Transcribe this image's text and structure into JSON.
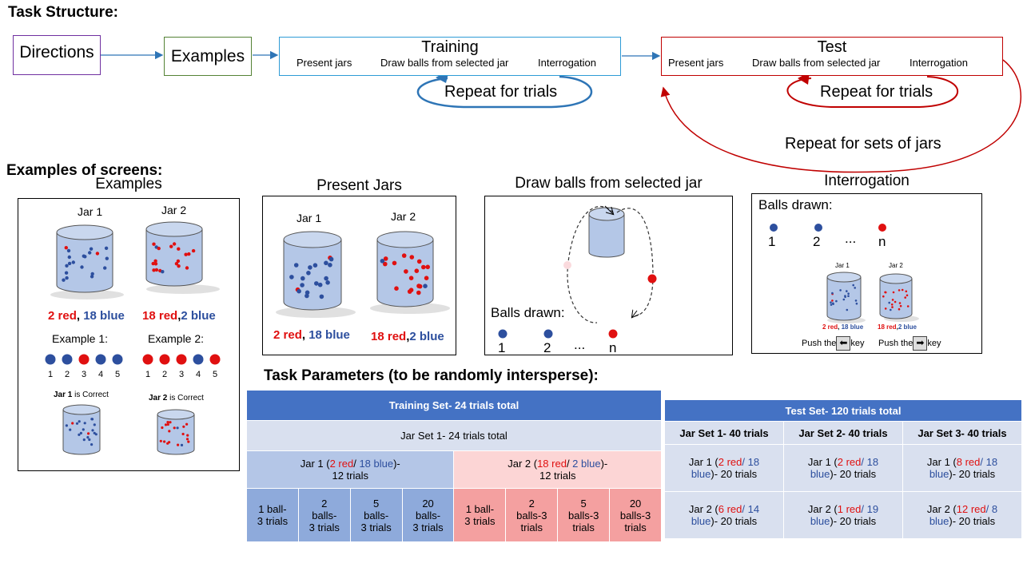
{
  "task_structure": {
    "header": "Task Structure:",
    "directions": "Directions",
    "examples": "Examples",
    "training": {
      "title": "Training",
      "steps": [
        "Present jars",
        "Draw balls from selected jar",
        "Interrogation"
      ],
      "repeat": "Repeat for trials"
    },
    "test": {
      "title": "Test",
      "steps": [
        "Present jars",
        "Draw balls from selected jar",
        "Interrogation"
      ],
      "repeat": "Repeat for trials",
      "repeat_sets": "Repeat for sets of jars"
    }
  },
  "screens": {
    "header": "Examples of screens:",
    "examples_panel": {
      "title": "Examples",
      "jar1_label": "Jar 1",
      "jar2_label": "Jar 2",
      "jar1_red": "2 red",
      "jar1_sep": ", ",
      "jar1_blue": "18 blue",
      "jar2_red": "18 red",
      "jar2_sep": ",",
      "jar2_blue": "2 blue",
      "example1_label": "Example 1:",
      "example2_label": "Example 2:",
      "ball_numbers": [
        "1",
        "2",
        "3",
        "4",
        "5"
      ],
      "example1_colors": [
        "blue",
        "blue",
        "red",
        "blue",
        "blue"
      ],
      "example2_colors": [
        "red",
        "red",
        "red",
        "blue",
        "red"
      ],
      "jar1_correct_bold": "Jar 1",
      "jar1_correct_rest": " is Correct",
      "jar2_correct_bold": "Jar 2",
      "jar2_correct_rest": " is Correct"
    },
    "present_jars_panel": {
      "title": "Present Jars",
      "jar1_label": "Jar 1",
      "jar2_label": "Jar 2",
      "jar1_red": "2 red",
      "jar1_sep": ", ",
      "jar1_blue": "18 blue",
      "jar2_red": "18 red",
      "jar2_sep": ",",
      "jar2_blue": "2 blue"
    },
    "draw_panel": {
      "title": "Draw balls from selected jar",
      "balls_drawn": "Balls drawn:",
      "n1": "1",
      "n2": "2",
      "dots": "...",
      "nn": "n"
    },
    "interrogation_panel": {
      "title": "Interrogation",
      "balls_drawn": "Balls drawn:",
      "n1": "1",
      "n2": "2",
      "dots": "...",
      "nn": "n",
      "jar1_label": "Jar 1",
      "jar2_label": "Jar 2",
      "jar1_red": "2 red",
      "jar1_sep": ", ",
      "jar1_blue": "18 blue",
      "jar2_red": "18 red",
      "jar2_sep": ",",
      "jar2_blue": "2 blue",
      "push1_pre": "Push the",
      "push1_post": "key",
      "push2_pre": "Push the",
      "push2_post": "key"
    }
  },
  "parameters": {
    "header": "Task Parameters (to be randomly intersperse):",
    "training": {
      "title": "Training Set- 24 trials total",
      "jar_set": "Jar Set 1- 24 trials total",
      "jar1": {
        "pre": "Jar 1 (",
        "red": "2 red",
        "mid": "/ ",
        "blue": "18 blue",
        "post": ")-",
        "trials": "12 trials"
      },
      "jar2": {
        "pre": "Jar 2 (",
        "red": "18 red",
        "mid": "/ ",
        "blue": "2 blue",
        "post": ")-",
        "trials": "12 trials"
      },
      "jar1_cells": [
        "1 ball-\n3 trials",
        "2\nballs-\n3 trials",
        "5\nballs-\n3 trials",
        "20\nballs-\n3 trials"
      ],
      "jar2_cells": [
        "1 ball-\n3 trials",
        "2\nballs-3\ntrials",
        "5\nballs-3\ntrials",
        "20\nballs-3\ntrials"
      ]
    },
    "test": {
      "title": "Test Set- 120 trials total",
      "sets": [
        {
          "header": "Jar Set 1- 40 trials",
          "jar1": {
            "pre": "Jar 1 (",
            "red": "2 red",
            "mid": "/ 18",
            "blue": "blue",
            "post": ")- 20 trials"
          },
          "jar2": {
            "pre": "Jar 2 (",
            "red": "6 red",
            "mid": "/ 14",
            "blue": "blue",
            "post": ")- 20 trials"
          }
        },
        {
          "header": "Jar Set 2- 40 trials",
          "jar1": {
            "pre": "Jar 1 (",
            "red": "2 red",
            "mid": "/ 18",
            "blue": "blue",
            "post": ")- 20 trials"
          },
          "jar2": {
            "pre": "Jar 2 (",
            "red": "1 red",
            "mid": "/ 19",
            "blue": "blue",
            "post": ")- 20 trials"
          }
        },
        {
          "header": "Jar Set 3- 40 trials",
          "jar1": {
            "pre": "Jar 1 (",
            "red": "8 red",
            "mid": "/ 18",
            "blue": "blue",
            "post": ")- 20 trials"
          },
          "jar2": {
            "pre": "Jar 2 (",
            "red": "12 red",
            "mid": "/ 8",
            "blue": "blue",
            "post": ")- 20 trials"
          }
        }
      ]
    }
  },
  "colors": {
    "red": "#e01010",
    "blue": "#2d4f9e",
    "header_blue": "#4472c4",
    "training_arrow": "#2e75b6",
    "test_arrow": "#c00000",
    "jar_fill": "#b4c7e7"
  }
}
